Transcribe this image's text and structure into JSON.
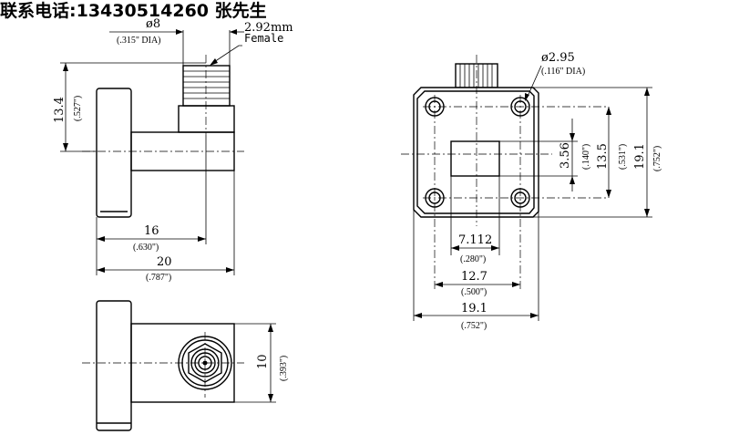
{
  "contact": "联系电话:13430514260 张先生",
  "side_view": {
    "dia_mm": "ø8",
    "dia_in": "(.315\" DIA)",
    "connector_type": "2.92mm",
    "connector_gender": "Female",
    "height_mm": "13.4",
    "height_in": "(.527\")",
    "length_short_mm": "16",
    "length_short_in": "(.630\")",
    "length_total_mm": "20",
    "length_total_in": "(.787\")"
  },
  "front_view": {
    "hole_dia_mm": "ø2.95",
    "hole_dia_in": "(.116\" DIA)",
    "slot_h_mm": "3.56",
    "slot_h_in": "(.140\")",
    "hole_pitch_v_mm": "13.5",
    "hole_pitch_v_in": "(.531\")",
    "flange_h_mm": "19.1",
    "flange_h_in": "(.752\")",
    "slot_w_mm": "7.112",
    "slot_w_in": "(.280\")",
    "hole_pitch_h_mm": "12.7",
    "hole_pitch_h_in": "(.500\")",
    "flange_w_mm": "19.1",
    "flange_w_in": "(.752\")"
  },
  "top_view": {
    "width_mm": "10",
    "width_in": "(.393\")"
  }
}
